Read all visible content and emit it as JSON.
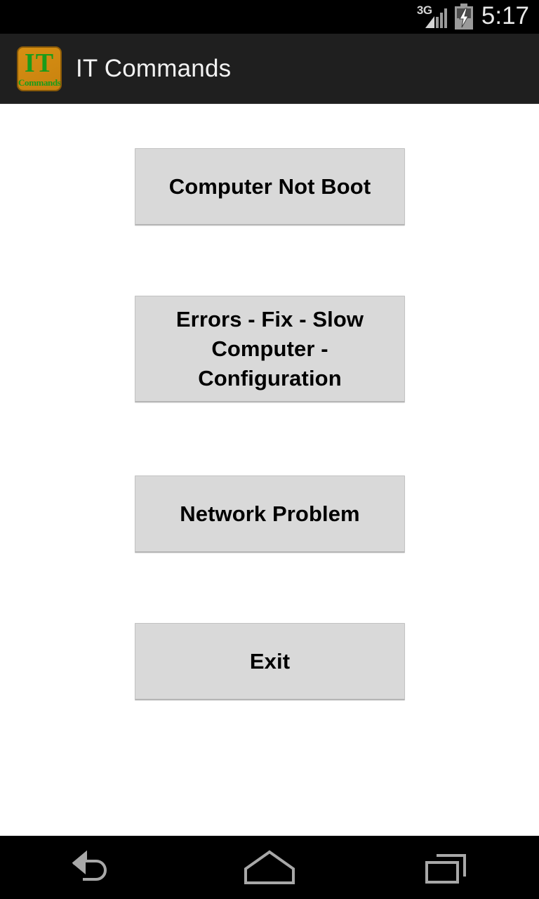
{
  "status_bar": {
    "network_label": "3G",
    "signal_icon": "signal-bars-icon",
    "signal_bars_filled": 3,
    "signal_bars_total": 4,
    "battery_icon": "battery-charging-icon",
    "battery_level_percent": 50,
    "clock": "5:17",
    "background_color": "#000000",
    "foreground_color": "#e8e8e8"
  },
  "action_bar": {
    "app_icon": {
      "icon_name": "it-commands-app-icon",
      "primary_text": "IT",
      "secondary_text": "Commands",
      "background_color": "#d08a12",
      "text_color": "#1a9c1a"
    },
    "title": "IT Commands",
    "background_color": "#1f1f1f",
    "title_color": "#f2f2f2"
  },
  "content": {
    "background_color": "#ffffff",
    "buttons": [
      {
        "id": "computer-not-boot",
        "label": "Computer Not Boot",
        "background_color": "#d9d9d9",
        "text_color": "#000000"
      },
      {
        "id": "errors-fix-slow-computer-configuration",
        "label": "Errors - Fix - Slow\nComputer -\nConfiguration",
        "background_color": "#d9d9d9",
        "text_color": "#000000"
      },
      {
        "id": "network-problem",
        "label": "Network Problem",
        "background_color": "#d9d9d9",
        "text_color": "#000000"
      },
      {
        "id": "exit",
        "label": "Exit",
        "background_color": "#d9d9d9",
        "text_color": "#000000"
      }
    ]
  },
  "nav_bar": {
    "background_color": "#000000",
    "icon_color": "#a8a8a8",
    "buttons": [
      {
        "id": "back",
        "icon_name": "back-arrow-icon"
      },
      {
        "id": "home",
        "icon_name": "home-icon"
      },
      {
        "id": "recents",
        "icon_name": "recent-apps-icon"
      }
    ]
  }
}
